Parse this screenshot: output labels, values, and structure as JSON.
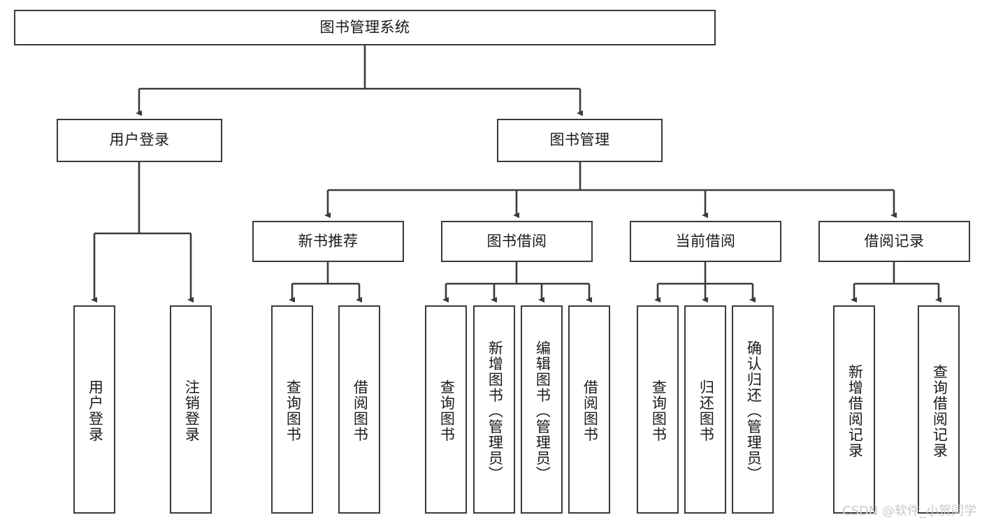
{
  "diagram": {
    "title": "图书管理系统",
    "watermark": "CSDN @软件_小贺同学",
    "colors": {
      "box_border": "#3a3a3a",
      "box_fill": "#ffffff",
      "edge": "#3a3a3a",
      "text": "#1a1a1a",
      "watermark": "#c9c9c9",
      "background": "#ffffff"
    },
    "root": {
      "label": "图书管理系统"
    },
    "level2": [
      {
        "label": "用户登录"
      },
      {
        "label": "图书管理"
      }
    ],
    "level3": [
      {
        "label": "新书推荐"
      },
      {
        "label": "图书借阅"
      },
      {
        "label": "当前借阅"
      },
      {
        "label": "借阅记录"
      }
    ],
    "leaves": {
      "user_login": [
        {
          "label": "用户登录"
        },
        {
          "label": "注销登录"
        }
      ],
      "new_book": [
        {
          "label": "查询图书"
        },
        {
          "label": "借阅图书"
        }
      ],
      "book_borrow": [
        {
          "label": "查询图书"
        },
        {
          "label": "新增图书（管理员）"
        },
        {
          "label": "编辑图书（管理员）"
        },
        {
          "label": "借阅图书"
        }
      ],
      "current_borrow": [
        {
          "label": "查询图书"
        },
        {
          "label": "归还图书"
        },
        {
          "label": "确认归还（管理员）"
        }
      ],
      "borrow_record": [
        {
          "label": "新增借阅记录"
        },
        {
          "label": "查询借阅记录"
        }
      ]
    }
  }
}
